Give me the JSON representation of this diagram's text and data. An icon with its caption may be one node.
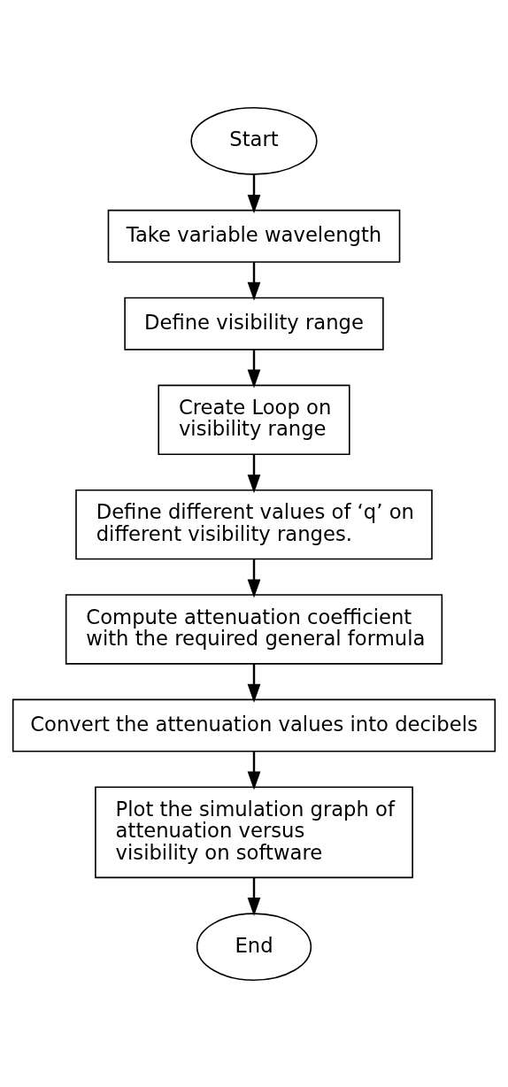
{
  "diagram": {
    "nodes": [
      {
        "text": [
          "Start"
        ]
      },
      {
        "text": [
          "Take variable wavelength"
        ]
      },
      {
        "text": [
          "Define visibility range"
        ]
      },
      {
        "text": [
          "Create Loop on visibility range"
        ]
      },
      {
        "text": [
          "Define different values of ‘q’ on different visibility ranges."
        ]
      },
      {
        "text": [
          "Compute attenuation coefficient with the required general formula"
        ]
      },
      {
        "text": [
          "Convert the attenuation values into decibels"
        ]
      },
      {
        "text": [
          "Plot the simulation graph of attenuation versus visibility on software"
        ]
      },
      {
        "text": [
          "End"
        ]
      }
    ],
    "edges": [
      {
        "from": 0,
        "to": 1,
        "arrow": "to"
      },
      {
        "from": 1,
        "to": 2,
        "arrow": "to"
      },
      {
        "from": 2,
        "to": 3,
        "arrow": "to"
      },
      {
        "from": 3,
        "to": 4,
        "arrow": "to"
      },
      {
        "from": 4,
        "to": 5,
        "arrow": "to"
      },
      {
        "from": 5,
        "to": 6,
        "arrow": "to"
      },
      {
        "from": 6,
        "to": 7,
        "arrow": "to"
      },
      {
        "from": 7,
        "to": 8,
        "arrow": "to"
      }
    ]
  }
}
